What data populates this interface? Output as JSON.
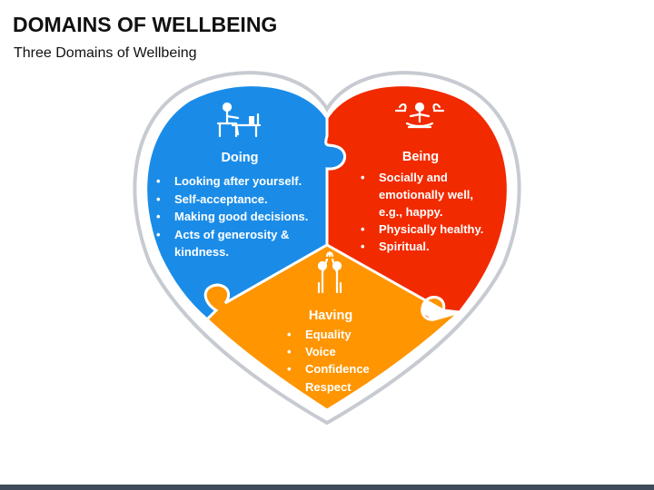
{
  "header": {
    "title": "DOMAINS OF WELLBEING",
    "subtitle": "Three Domains of Wellbeing"
  },
  "colors": {
    "doing": "#1a8ce8",
    "being": "#f22a00",
    "having": "#ff9500",
    "outline": "#c7cbd1"
  },
  "domains": {
    "doing": {
      "icon": "person-at-desk-icon",
      "title": "Doing",
      "items": [
        "Looking after yourself.",
        "Self-acceptance.",
        "Making good decisions.",
        "Acts of generosity &",
        "kindness."
      ]
    },
    "being": {
      "icon": "meditation-icon",
      "title": "Being",
      "items": [
        "Socially and",
        "emotionally well,",
        "e.g., happy.",
        "Physically healthy.",
        "Spiritual."
      ]
    },
    "having": {
      "icon": "high-five-icon",
      "title": "Having",
      "items": [
        "Equality",
        "Voice",
        "Confidence",
        "Respect"
      ]
    }
  }
}
